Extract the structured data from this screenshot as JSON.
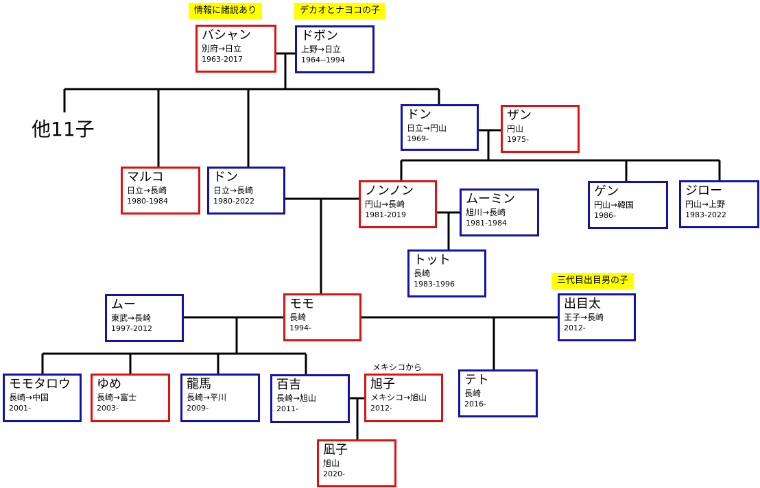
{
  "people": {
    "bashan": {
      "name": "バシャン",
      "place": "別府→日立",
      "years": "1963-2017"
    },
    "dobon": {
      "name": "ドボン",
      "place": "上野→日立",
      "years": "1964--1994"
    },
    "don1": {
      "name": "ドン",
      "place": "日立→円山",
      "years": "1969-"
    },
    "zan": {
      "name": "ザン",
      "place": "円山",
      "years": "1975-"
    },
    "maruko": {
      "name": "マルコ",
      "place": "日立→長崎",
      "years": "1980-1984"
    },
    "don2": {
      "name": "ドン",
      "place": "日立→長崎",
      "years": "1980-2022"
    },
    "nonnon": {
      "name": "ノンノン",
      "place": "円山→長崎",
      "years": "1981-2019"
    },
    "moomin": {
      "name": "ムーミン",
      "place": "旭川→長崎",
      "years": "1981-1984"
    },
    "gen": {
      "name": "ゲン",
      "place": "円山→韓国",
      "years": "1986-"
    },
    "jiro": {
      "name": "ジロー",
      "place": "円山→上野",
      "years": "1983-2022"
    },
    "tot": {
      "name": "トット",
      "place": "長崎",
      "years": "1983-1996"
    },
    "mu": {
      "name": "ムー",
      "place": "東武→長崎",
      "years": "1997-2012"
    },
    "momo": {
      "name": "モモ",
      "place": "長崎",
      "years": "1994-"
    },
    "demeta": {
      "name": "出目太",
      "place": "王子→長崎",
      "years": "2012-"
    },
    "momotaro": {
      "name": "モモタロウ",
      "place": "長崎→中国",
      "years": "2001-"
    },
    "yume": {
      "name": "ゆめ",
      "place": "長崎→富士",
      "years": "2003-"
    },
    "ryoma": {
      "name": "龍馬",
      "place": "長崎→平川",
      "years": "2009-"
    },
    "hyakukichi": {
      "name": "百吉",
      "place": "長崎→旭山",
      "years": "2011-"
    },
    "kyokuko": {
      "name": "旭子",
      "place": "メキシコ→旭山",
      "years": "2012-"
    },
    "tete": {
      "name": "テト",
      "place": "長崎",
      "years": "2016-"
    },
    "nagiko": {
      "name": "凪子",
      "place": "旭山",
      "years": "2020-"
    }
  },
  "notes": {
    "bashan_note": "情報に諸説あり",
    "dobon_note": "デカオとナヨコの子",
    "demeta_note": "三代目出目男の子",
    "kyokuko_note": "メキシコから"
  },
  "others_label": "他11子",
  "colors": {
    "male_border": "#1212aa",
    "female_border": "#e01010",
    "line": "#000000",
    "note_bg": "#ffff00"
  }
}
